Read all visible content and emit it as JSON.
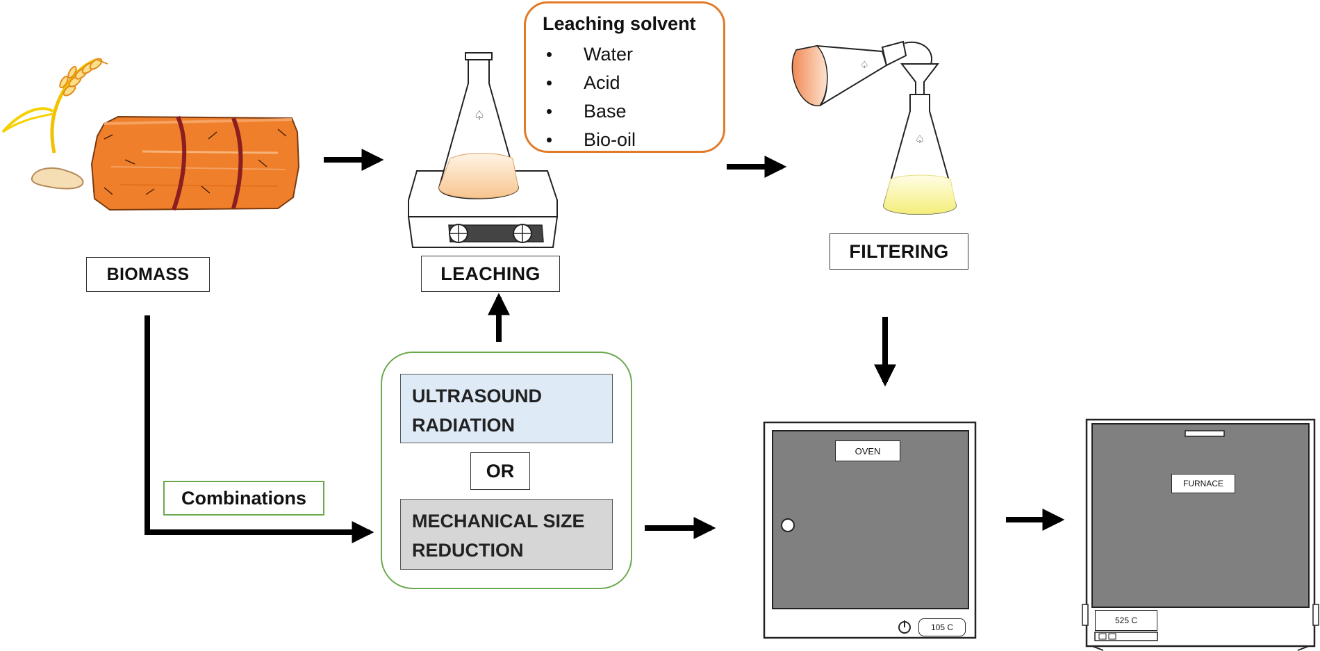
{
  "labels": {
    "biomass": "BIOMASS",
    "leaching": "LEACHING",
    "filtering": "FILTERING",
    "combinations": "Combinations",
    "or": "OR"
  },
  "leaching_solvent": {
    "title": "Leaching solvent",
    "items": [
      "Water",
      "Acid",
      "Base",
      "Bio-oil"
    ]
  },
  "pretreatment": {
    "option1": [
      "ULTRASOUND",
      "RADIATION"
    ],
    "option2": [
      "MECHANICAL SIZE",
      "REDUCTION"
    ]
  },
  "oven": {
    "label": "OVEN",
    "temperature": "105 C"
  },
  "furnace": {
    "label": "FURNACE",
    "temperature": "525 C"
  },
  "colors": {
    "solvent_border": "#e07b2a",
    "pretreatment_border": "#6aa84f",
    "ultrasound_fill": "#deeaf6",
    "mechanical_fill": "#d6d6d6",
    "appliance_door": "#808080",
    "hay": "#ef7f2a"
  }
}
